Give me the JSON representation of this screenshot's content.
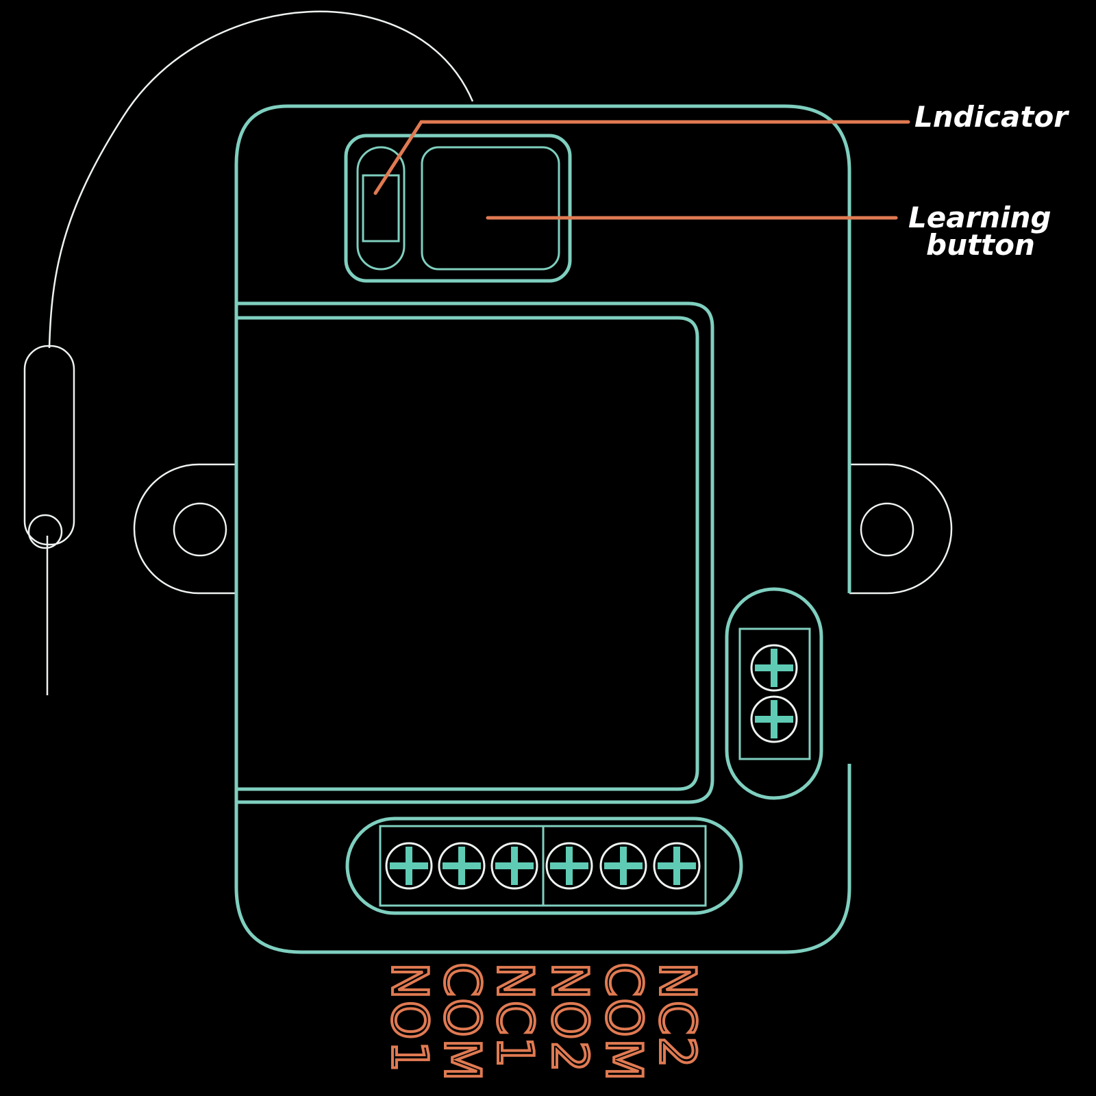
{
  "callouts": {
    "indicator": "Lndicator",
    "learning_line1": "Learning",
    "learning_line2": "button"
  },
  "terminals": [
    "NO1",
    "COM",
    "NC1",
    "NO2",
    "COM",
    "NC2"
  ],
  "colors": {
    "background": "#000000",
    "housing": "#7fcfbf",
    "antenna": "#eef3f0",
    "leader": "#e07a52",
    "screw": "#5fcbb5"
  }
}
